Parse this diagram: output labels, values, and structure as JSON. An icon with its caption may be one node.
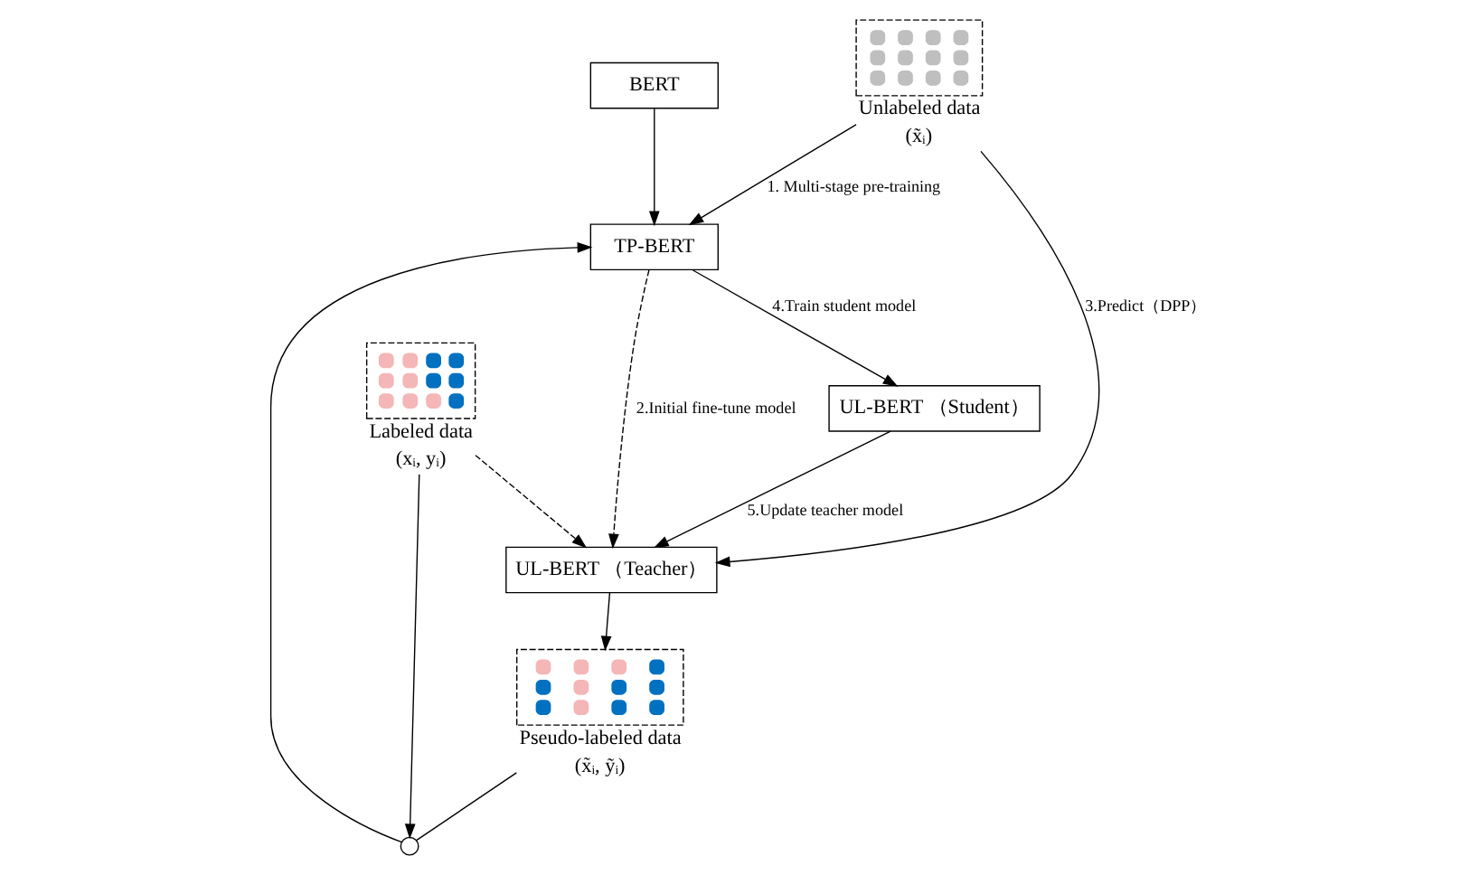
{
  "diagram": {
    "nodes": [
      {
        "text": [
          "BERT"
        ]
      },
      {
        "text": [
          "TP-BERT"
        ]
      },
      {
        "text": [],
        "shape": "box",
        "beside": [
          "Unlabeled data",
          "(x̃ᵢ)"
        ]
      },
      {
        "text": [
          "UL-BERT （Student）"
        ]
      },
      {
        "text": [],
        "shape": "circle"
      },
      {
        "text": [],
        "shape": "box",
        "beside": [
          "Labeled data",
          "(xᵢ, yᵢ)"
        ]
      },
      {
        "text": [
          "UL-BERT （Teacher）"
        ]
      },
      {
        "text": [],
        "shape": "box",
        "beside": [
          "Pseudo-labeled data",
          "(x̃ᵢ, ỹᵢ)"
        ]
      }
    ],
    "edges": [
      {
        "from": 0,
        "to": 1,
        "arrow": "to"
      },
      {
        "from": 2,
        "to": 1,
        "arrow": "to",
        "label": "1. Multi-stage pre-training"
      },
      {
        "from": 1,
        "to": 3,
        "arrow": "to",
        "label": "4.Train student model"
      },
      {
        "from": 1,
        "to": 6,
        "arrow": "to",
        "style": "dashed",
        "label": "2.Initial fine-tune model"
      },
      {
        "from": 5,
        "to": 6,
        "arrow": "to",
        "style": "dashed"
      },
      {
        "from": 2,
        "to": 6,
        "arrow": "to",
        "label": "3.Predict（DPP）"
      },
      {
        "from": 5,
        "to": 4,
        "arrow": "to"
      },
      {
        "from": 7,
        "to": 4,
        "arrow": "none"
      },
      {
        "from": 4,
        "to": 1,
        "arrow": "to"
      },
      {
        "from": 6,
        "to": 7,
        "arrow": "to"
      },
      {
        "from": 3,
        "to": 6,
        "arrow": "to",
        "label": "5.Update teacher model"
      }
    ]
  }
}
